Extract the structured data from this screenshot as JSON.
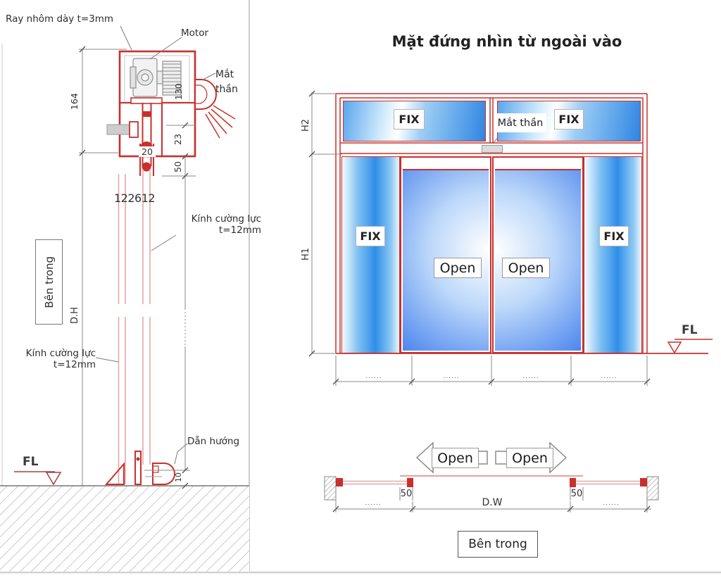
{
  "colors": {
    "red": "#c9302c",
    "pink_glass": "#e2a9a7",
    "blue_deep": "#1456d8",
    "blue_mid": "#2f8ee9",
    "blue_light": "#bfe6fb",
    "dim_gray": "#8a8a8a"
  },
  "section": {
    "rail_label": "Ray nhôm dày t=3mm",
    "motor_label": "Motor",
    "sensor_label": "Mắt thần",
    "glass_label_line1": "Kính cường lực",
    "glass_label_line2": "t=12mm",
    "inside_label": "Bên trong",
    "guide_label": "Dẫn hướng",
    "fl": "FL",
    "dims": {
      "d164": "164",
      "d130": "130",
      "d23": "23",
      "d50": "50",
      "d20": "20",
      "stack": "122612",
      "dh": "D.H",
      "d10": "10"
    }
  },
  "elevation": {
    "title": "Mặt đứng nhìn từ ngoài vào",
    "fix": "FIX",
    "sensor_label": "Mắt thần",
    "open": "Open",
    "h2": "H2",
    "h1": "H1",
    "fl": "FL",
    "bottom_dims": [
      "......",
      "......",
      "......",
      "......"
    ]
  },
  "plan": {
    "open": "Open",
    "d50": "50",
    "dw": "D.W",
    "side_dims": [
      "......",
      "......"
    ],
    "inside_label": "Bên trong"
  }
}
